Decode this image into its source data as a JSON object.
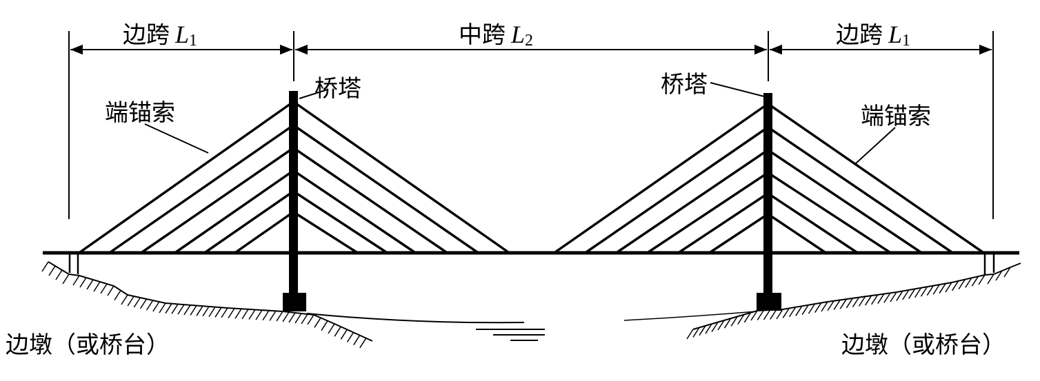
{
  "dimensions": {
    "side_span_left": {
      "label": "边跨",
      "symbol": "L",
      "subscript": "1"
    },
    "main_span": {
      "label": "中跨",
      "symbol": "L",
      "subscript": "2"
    },
    "side_span_right": {
      "label": "边跨",
      "symbol": "L",
      "subscript": "1"
    }
  },
  "labels": {
    "tower_left": "桥塔",
    "tower_right": "桥塔",
    "anchor_cable_left": "端锚索",
    "anchor_cable_right": "端锚索",
    "abutment_left": "边墩（或桥台）",
    "abutment_right": "边墩（或桥台）"
  },
  "colors": {
    "ink": "#000000",
    "background": "#ffffff"
  }
}
